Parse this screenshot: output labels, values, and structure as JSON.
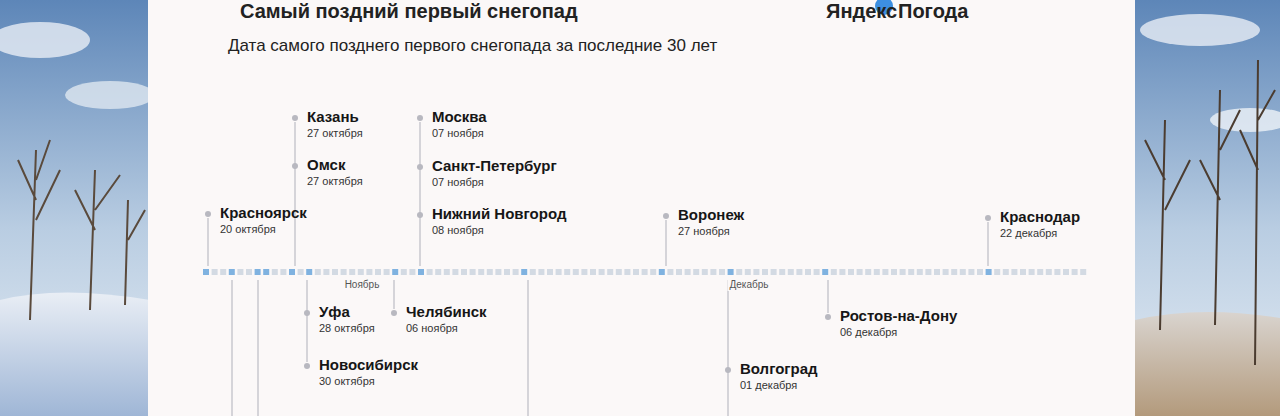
{
  "diagram": {
    "title": "Дата самого позднего первого снегопада за последние 30 лет",
    "labels": [
      "Самый поздний первый снегопад",
      "Яндекс",
      "Погода",
      "Казань",
      "27 октября",
      "Омск",
      "27 октября",
      "Красноярск",
      "20 октября",
      "Москва",
      "07 ноября",
      "Санкт-Петербург",
      "07 ноября",
      "Нижний Новгород",
      "08 ноября",
      "Воронеж",
      "27 ноября",
      "Краснодар",
      "22 декабря",
      "Ноябрь",
      "Декабрь",
      "Уфа",
      "28 октября",
      "Челябинск",
      "06 ноября",
      "Новосибирск",
      "30 октября",
      "Ростов-на-Дону",
      "06 декабря",
      "Волгоград",
      "01 декабря"
    ]
  }
}
